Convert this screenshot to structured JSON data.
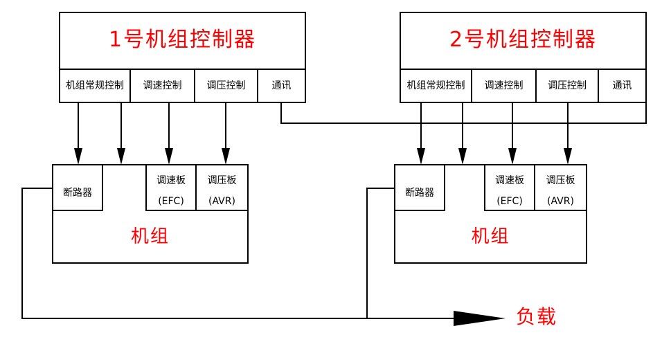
{
  "diagram": {
    "title_semantic": "parallel-generator-set-control-architecture",
    "accent_color": "#ff0000",
    "line_color": "#000000",
    "background": "#ffffff"
  },
  "controllers": [
    {
      "id": "controller-1",
      "title": "1号机组控制器",
      "cells": [
        {
          "label": "机组常规控制"
        },
        {
          "label": "调速控制"
        },
        {
          "label": "调压控制"
        },
        {
          "label": "通讯"
        }
      ]
    },
    {
      "id": "controller-2",
      "title": "2号机组控制器",
      "cells": [
        {
          "label": "机组常规控制"
        },
        {
          "label": "调速控制"
        },
        {
          "label": "调压控制"
        },
        {
          "label": "通讯"
        }
      ]
    }
  ],
  "units": [
    {
      "id": "unit-1",
      "title": "机组",
      "breaker": "断路器",
      "boards": [
        {
          "name": "调速板",
          "code": "(EFC)"
        },
        {
          "name": "调压板",
          "code": "(AVR)"
        }
      ]
    },
    {
      "id": "unit-2",
      "title": "机组",
      "breaker": "断路器",
      "boards": [
        {
          "name": "调速板",
          "code": "(EFC)"
        },
        {
          "name": "调压板",
          "code": "(AVR)"
        }
      ]
    }
  ],
  "load": {
    "label": "负载"
  }
}
